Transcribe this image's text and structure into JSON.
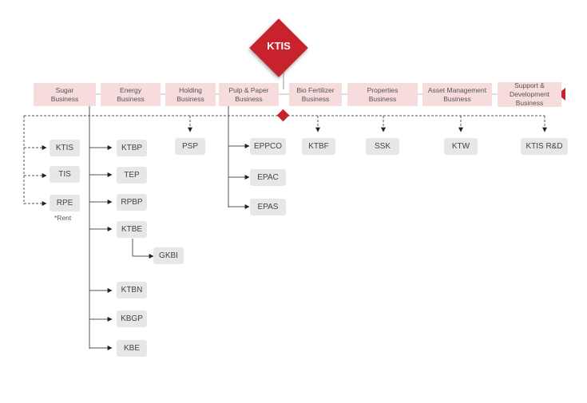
{
  "root": {
    "label": "KTIS"
  },
  "businesses": [
    {
      "id": "sugar",
      "label": "Sugar\nBusiness"
    },
    {
      "id": "energy",
      "label": "Energy\nBusiness"
    },
    {
      "id": "holding",
      "label": "Holding\nBusiness"
    },
    {
      "id": "pulp",
      "label": "Pulp & Paper\nBusiness"
    },
    {
      "id": "bio",
      "label": "Bio Fertilizer\nBusiness"
    },
    {
      "id": "properties",
      "label": "Properties\nBusiness"
    },
    {
      "id": "asset",
      "label": "Asset Management\nBusiness"
    },
    {
      "id": "support",
      "label": "Support &\nDevelopment\nBusiness"
    }
  ],
  "companies": {
    "sugar": [
      "KTIS",
      "TIS",
      "RPE"
    ],
    "energy": [
      "KTBP",
      "TEP",
      "RPBP",
      "KTBE",
      "KTBN",
      "KBGP",
      "KBE"
    ],
    "energy_sub": [
      "GKBI"
    ],
    "holding": [
      "PSP"
    ],
    "pulp": [
      "EPPCO",
      "EPAC",
      "EPAS"
    ],
    "bio": [
      "KTBF"
    ],
    "properties": [
      "SSK"
    ],
    "asset": [
      "KTW"
    ],
    "support": [
      "KTIS R&D"
    ]
  },
  "note": "*Rent"
}
